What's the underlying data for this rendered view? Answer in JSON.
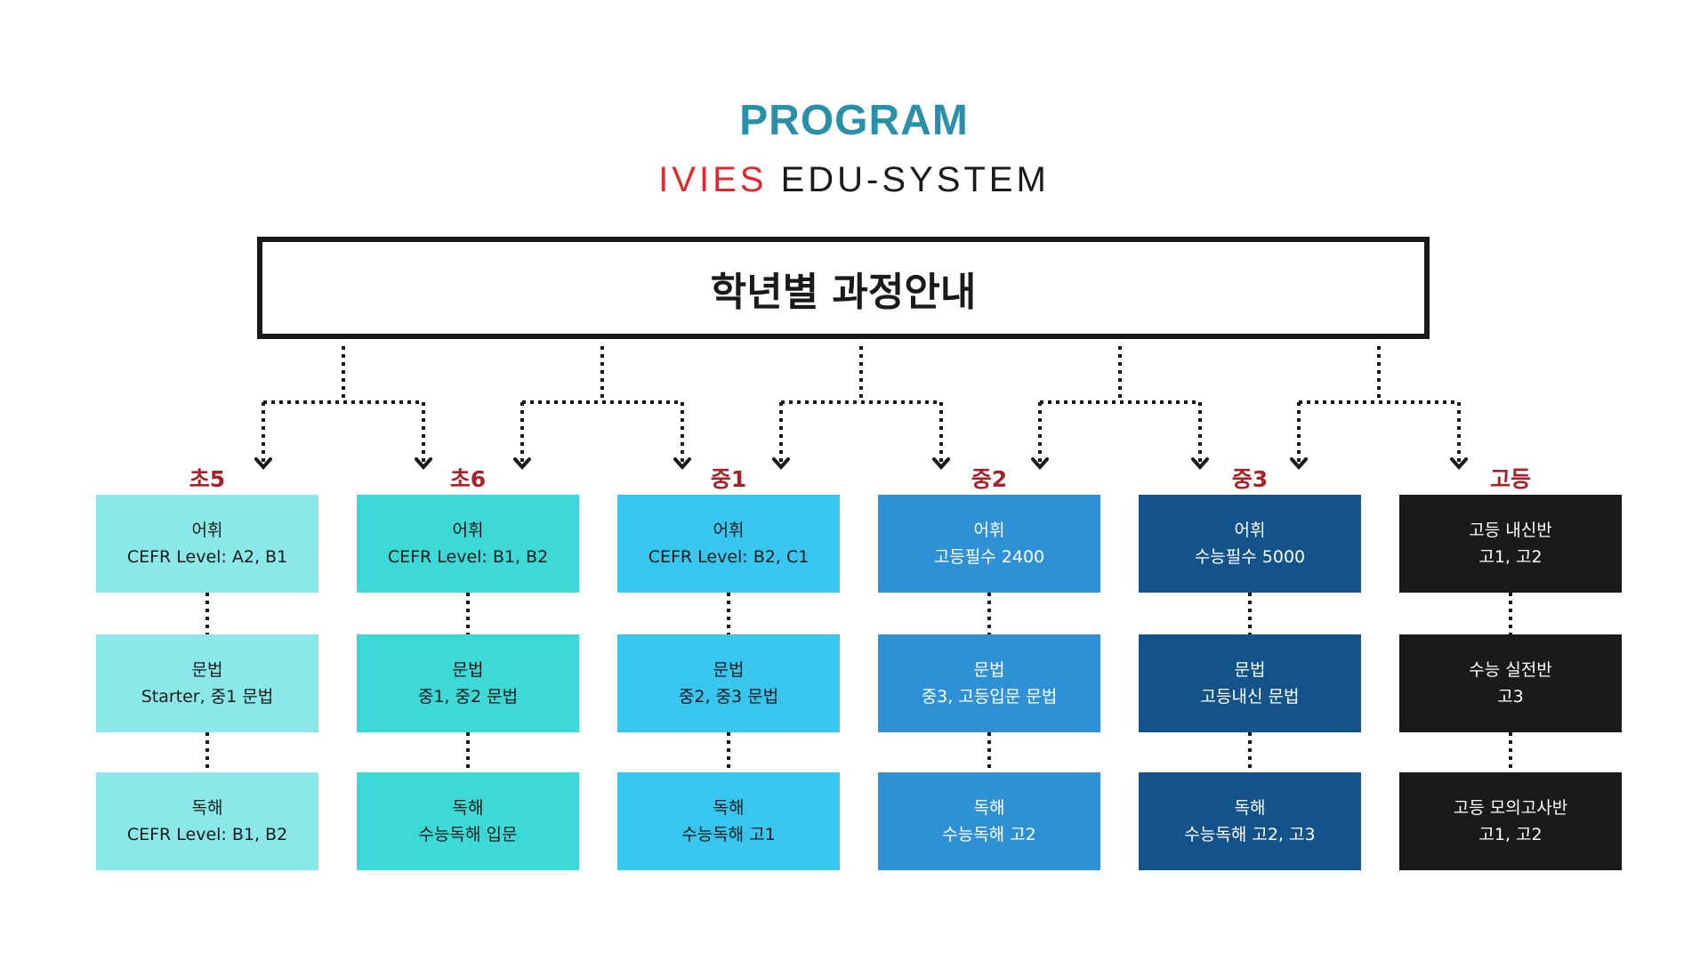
{
  "header": {
    "title": "PROGRAM",
    "subtitle_brand": "IVIES",
    "subtitle_rest": "EDU-SYSTEM"
  },
  "main_box": {
    "label": "학년별 과정안내"
  },
  "colors": {
    "title": "#2a8fa8",
    "brand": "#e0282e",
    "subtitle_text": "#1a1a1a",
    "grade_label": "#a8222a",
    "connector": "#1a1a1a"
  },
  "columns": [
    {
      "grade": "초5",
      "bg": "#8be8e8",
      "fg": "#1a1a1a",
      "cells": [
        {
          "line1": "어휘",
          "line2": "CEFR Level: A2, B1"
        },
        {
          "line1": "문법",
          "line2": "Starter, 중1 문법"
        },
        {
          "line1": "독해",
          "line2": "CEFR Level: B1, B2"
        }
      ]
    },
    {
      "grade": "초6",
      "bg": "#3dd9d6",
      "fg": "#1a1a1a",
      "cells": [
        {
          "line1": "어휘",
          "line2": "CEFR Level: B1, B2"
        },
        {
          "line1": "문법",
          "line2": "중1, 중2 문법"
        },
        {
          "line1": "독해",
          "line2": "수능독해 입문"
        }
      ]
    },
    {
      "grade": "중1",
      "bg": "#38c6ef",
      "fg": "#1a1a1a",
      "cells": [
        {
          "line1": "어휘",
          "line2": "CEFR Level: B2, C1"
        },
        {
          "line1": "문법",
          "line2": "중2, 중3 문법"
        },
        {
          "line1": "독해",
          "line2": "수능독해 고1"
        }
      ]
    },
    {
      "grade": "중2",
      "bg": "#2e91d6",
      "fg": "#ffffff",
      "cells": [
        {
          "line1": "어휘",
          "line2": "고등필수 2400"
        },
        {
          "line1": "문법",
          "line2": "중3, 고등입문 문법"
        },
        {
          "line1": "독해",
          "line2": "수능독해 고2"
        }
      ]
    },
    {
      "grade": "중3",
      "bg": "#14538a",
      "fg": "#ffffff",
      "cells": [
        {
          "line1": "어휘",
          "line2": "수능필수 5000"
        },
        {
          "line1": "문법",
          "line2": "고등내신 문법"
        },
        {
          "line1": "독해",
          "line2": "수능독해 고2, 고3"
        }
      ]
    },
    {
      "grade": "고등",
      "bg": "#1a1a1a",
      "fg": "#ffffff",
      "cells": [
        {
          "line1": "고등 내신반",
          "line2": "고1, 고2"
        },
        {
          "line1": "수능 실전반",
          "line2": "고3"
        },
        {
          "line1": "고등 모의고사반",
          "line2": "고1, 고2"
        }
      ]
    }
  ]
}
